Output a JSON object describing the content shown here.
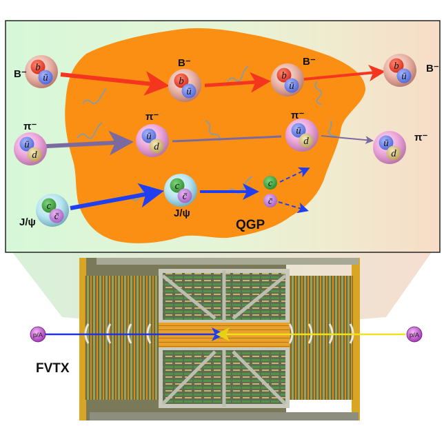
{
  "diagram": {
    "qgp_label": "QGP",
    "detector_label": "FVTX",
    "colors": {
      "panel_left": "#d6f8d8",
      "panel_right": "#f7dcc6",
      "qgp": "#fb8f14",
      "b_meson_arrow": "#f4361f",
      "pion_arrow": "#7a6aa0",
      "jpsi_arrow": "#1f3ff0",
      "beam_left": "#2233dd",
      "beam_right": "#f2e21c",
      "gluon": "#8f9a9e"
    },
    "rows": [
      {
        "name": "B-meson",
        "particles": [
          {
            "label": "B⁻",
            "quarks": [
              "b",
              "ū"
            ]
          },
          {
            "label": "B⁻",
            "quarks": [
              "b",
              "ū"
            ]
          },
          {
            "label": "B⁻",
            "quarks": [
              "b",
              "ū"
            ]
          },
          {
            "label": "B⁻",
            "quarks": [
              "b",
              "ū"
            ]
          }
        ]
      },
      {
        "name": "pion",
        "particles": [
          {
            "label": "π⁻",
            "quarks": [
              "ū",
              "d"
            ]
          },
          {
            "label": "π⁻",
            "quarks": [
              "ū",
              "d"
            ]
          },
          {
            "label": "π⁻",
            "quarks": [
              "ū",
              "d"
            ]
          },
          {
            "label": "π⁻",
            "quarks": [
              "ū",
              "d"
            ]
          }
        ]
      },
      {
        "name": "jpsi",
        "particles": [
          {
            "label": "J/ψ",
            "quarks": [
              "c",
              "c̄"
            ]
          },
          {
            "label": "J/ψ",
            "quarks": [
              "c",
              "c̄"
            ]
          },
          {
            "label": "",
            "quarks": [
              "c",
              "c̄"
            ],
            "dissociated": true
          }
        ]
      }
    ],
    "beams": [
      {
        "label": "p/A",
        "direction": "right"
      },
      {
        "label": "p/A",
        "direction": "left"
      }
    ]
  }
}
